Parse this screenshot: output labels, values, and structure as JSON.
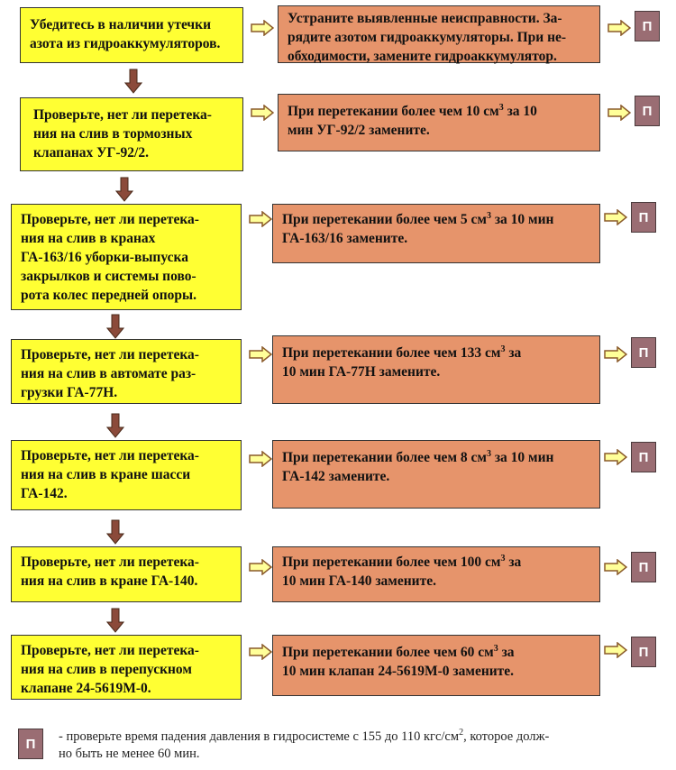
{
  "colors": {
    "check_fill": "#ffff33",
    "action_fill": "#e6946b",
    "p_fill": "#9a6d73",
    "arrow_right_fill": "#ffff99",
    "arrow_down_fill": "#8b4a3a"
  },
  "steps": [
    {
      "check": "Убедитесь в наличии утечки\nазота из гидроаккумуляторов.",
      "action": "Устраните выявленные неисправности. За-\nрядите азотом гидроаккумуляторы. При не-\nобходимости, замените гидроаккумулятор.",
      "action_parts": null,
      "p": "П"
    },
    {
      "check": "Проверьте, нет ли перетека-\nния  на слив в тормозных\nклапанах УГ-92/2.",
      "action_a": "При перетекании более чем 10 см",
      "action_sup": "3",
      "action_b": " за 10\nмин УГ-92/2 замените.",
      "p": "П"
    },
    {
      "check": "Проверьте, нет ли перетека-\nния  на слив в кранах\nГА-163/16 уборки-выпуска\nзакрылков  и системы пово-\nрота колес передней опоры.",
      "action_a": "При перетекании более чем 5 см",
      "action_sup": "3",
      "action_b": " за 10 мин\nГА-163/16 замените.",
      "p": "П"
    },
    {
      "check": "Проверьте, нет ли перетека-\nния  на слив в автомате раз-\nгрузки ГА-77Н.",
      "action_a": "При перетекании более чем 133 см",
      "action_sup": "3",
      "action_b": " за\n10 мин ГА-77Н замените.",
      "p": "П"
    },
    {
      "check": "Проверьте, нет ли перетека-\nния  на слив в кране шасси\nГА-142.",
      "action_a": "При перетекании более чем 8 см",
      "action_sup": "3",
      "action_b": " за 10 мин\nГА-142 замените.",
      "p": "П"
    },
    {
      "check": "Проверьте, нет ли перетека-\nния  на слив в кране ГА-140.",
      "action_a": "При перетекании более чем 100 см",
      "action_sup": "3",
      "action_b": " за\n10 мин ГА-140 замените.",
      "p": "П"
    },
    {
      "check": "Проверьте, нет ли перетека-\nния  на слив в перепускном\nклапане 24-5619М-0.",
      "action_a": "При перетекании более чем 60 см",
      "action_sup": "3",
      "action_b": " за\n10 мин клапан 24-5619М-0 замените.",
      "p": "П"
    }
  ],
  "legend": {
    "p": "П",
    "text_a": " - проверьте время падения давления в гидросистеме с 155 до 110 кгс/см",
    "text_sup": "2",
    "text_b": ", которое долж-\nно быть не менее 60 мин."
  }
}
